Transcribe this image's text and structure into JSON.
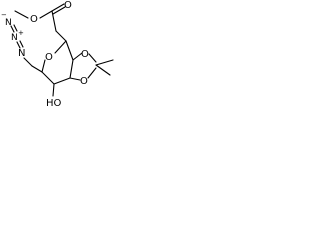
{
  "structure": {
    "labels": {
      "ester_oxygen": "O",
      "carbonyl_oxygen": "O",
      "ring_oxygen": "O",
      "dioxolane_oxygen_top": "O",
      "dioxolane_oxygen_bottom": "O",
      "hydroxyl": "OH",
      "hydroxyl_prefix": "H",
      "hydroxyl_oxygen": "O",
      "azide_n_outer": "N",
      "azide_n_middle": "N",
      "azide_n_inner": "N",
      "azide_plus": "+",
      "azide_minus": "−"
    },
    "colors": {
      "bonds": "#000000",
      "background": "#ffffff"
    }
  }
}
